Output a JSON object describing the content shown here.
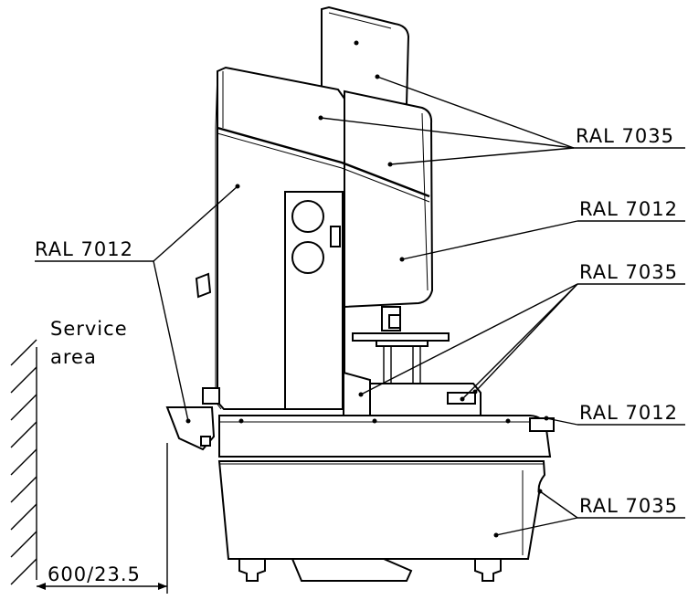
{
  "labels": {
    "top_ral7035": "RAL 7035",
    "mid_ral7012": "RAL 7012",
    "mid_ral7035": "RAL 7035",
    "left_ral7012": "RAL 7012",
    "base_ral7012": "RAL 7012",
    "bottom_ral7035": "RAL 7035"
  },
  "service": {
    "line1": "Service",
    "line2": "area",
    "dimension": "600/23.5"
  }
}
